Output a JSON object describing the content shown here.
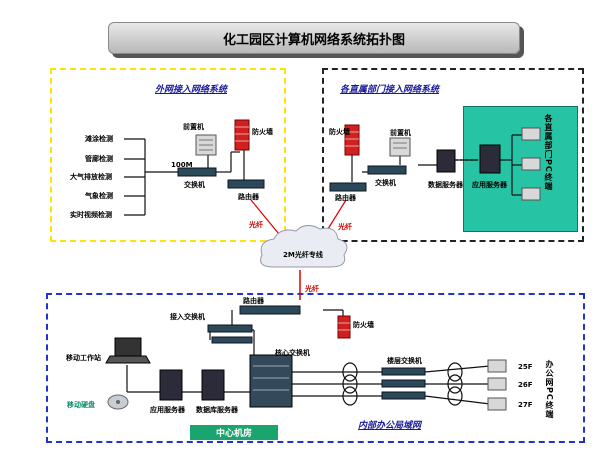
{
  "title": "化工园区计算机网络系统拓扑图",
  "external": {
    "title": "外网接入网络系统",
    "monitors": [
      "滩涂检测",
      "管廊检测",
      "大气排放检测",
      "气象检测",
      "实时视频检测"
    ],
    "bandwidth": "100M",
    "front": "前置机",
    "firewall": "防火墙",
    "switch": "交换机",
    "router": "路由器"
  },
  "dept": {
    "title": "各直属部门接入网络系统",
    "firewall": "防火墙",
    "front": "前置机",
    "switch": "交换机",
    "router": "路由器",
    "db_server": "数据服务器",
    "app_server": "应用服务器",
    "terminals_label": "各直属部门PC终端"
  },
  "wan": {
    "fiber_top": "光纤",
    "fiber_top2": "光纤",
    "cloud": "2M光纤专线",
    "fiber_bottom": "光纤"
  },
  "internal": {
    "router": "路由器",
    "access_switch": "接入交换机",
    "firewall": "防火墙",
    "workstation": "移动工作站",
    "mobile_disk": "移动硬盘",
    "app_server": "应用服务器",
    "db_server": "数据库服务器",
    "core_switch": "核心交换机",
    "floor_switch": "楼层交换机",
    "center_room": "中心机房",
    "lan_title": "内部办公局域网",
    "floors": [
      "25F",
      "26F",
      "27F"
    ],
    "office_label": "办公网PC终端"
  },
  "colors": {
    "external_border": "#ffe400",
    "dept_border": "#222222",
    "internal_border": "#2233cc",
    "green_box": "#26c4a4",
    "center_room": "#1aa56f",
    "fiber_red": "#dd0000"
  }
}
